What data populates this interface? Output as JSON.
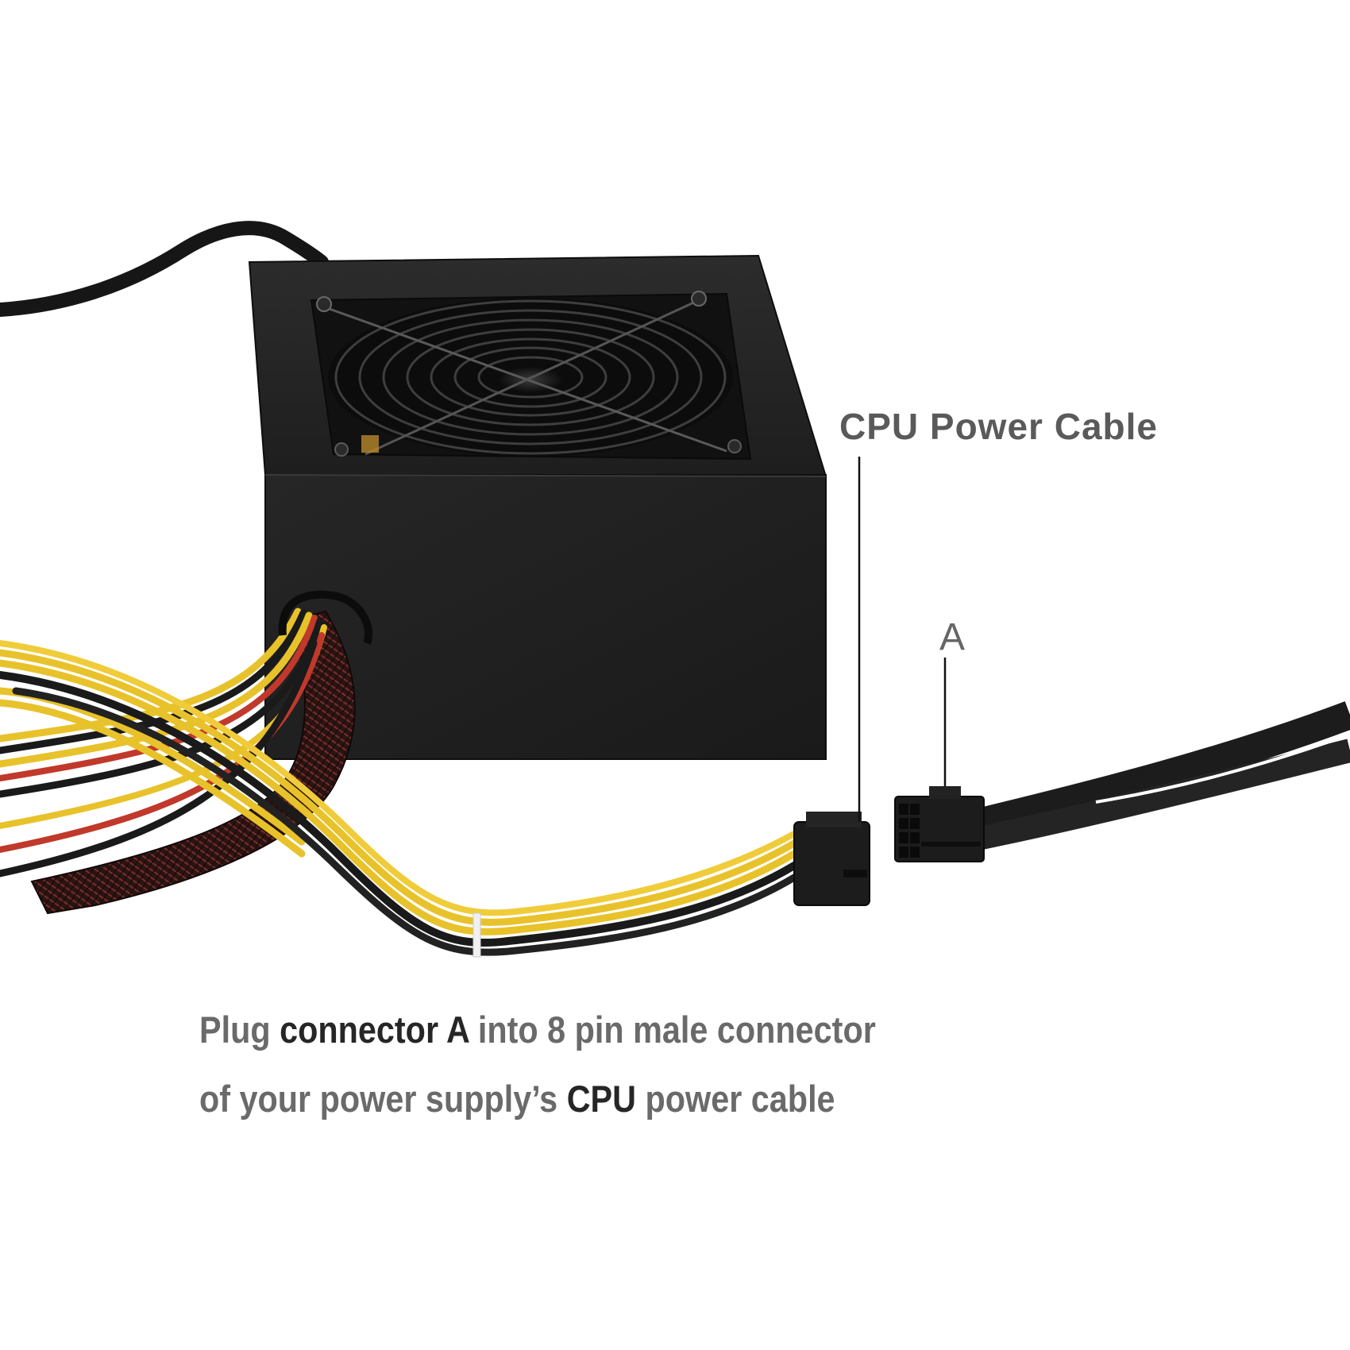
{
  "figure": {
    "subject": "ATX power supply unit with fan and modular cables",
    "background_color": "#ffffff"
  },
  "labels": {
    "cpu_power_cable": "CPU Power Cable",
    "connector_a": "A"
  },
  "caption": {
    "line1": {
      "part1": "Plug ",
      "part2": "connector A",
      "part3": " into 8 pin male connector"
    },
    "line2": {
      "part1": "of your power supply’s ",
      "part2": "CPU",
      "part3": " power cable"
    }
  },
  "colors": {
    "psu_body": "#1f1f1f",
    "label_text": "#5a5a5a",
    "caption_text": "#6a6a6a",
    "caption_emphasis": "#262626",
    "wire_yellow": "#e8c22a",
    "wire_black": "#1a1a1a",
    "wire_red": "#c0392b",
    "sleeve": "#4a1f1c"
  }
}
